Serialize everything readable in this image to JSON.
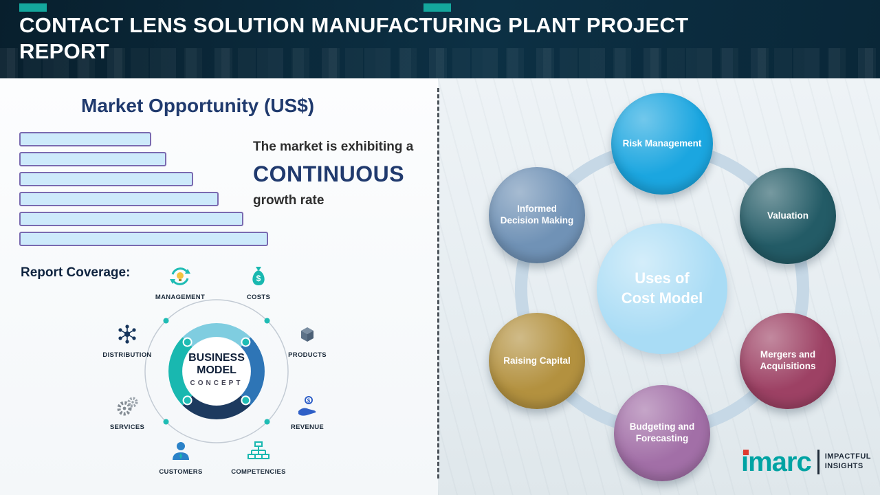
{
  "header": {
    "title": "CONTACT LENS SOLUTION MANUFACTURING PLANT PROJECT REPORT",
    "bg_color": "#0a2738",
    "accent_color": "#14a79d"
  },
  "market": {
    "title": "Market Opportunity (US$)",
    "growth_prefix": "The market is exhibiting a",
    "growth_highlight": "CONTINUOUS",
    "growth_suffix": "growth rate"
  },
  "chart_data": {
    "type": "bar",
    "orientation": "horizontal",
    "title": "Market Opportunity (US$)",
    "bars": 6,
    "values": [
      53,
      59,
      70,
      80,
      90,
      100
    ],
    "value_note": "relative bar lengths (no axis or value labels shown in image)",
    "bar_fill": "#cdeafb",
    "bar_border": "#7a6ab0",
    "grid": false,
    "legend": false
  },
  "report_coverage": {
    "label": "Report Coverage:",
    "center": {
      "line1": "BUSINESS",
      "line2": "MODEL",
      "line3": "CONCEPT"
    },
    "items": [
      {
        "label": "MANAGEMENT",
        "icon": "recycle-bulb-icon"
      },
      {
        "label": "COSTS",
        "icon": "money-bag-icon"
      },
      {
        "label": "DISTRIBUTION",
        "icon": "network-icon"
      },
      {
        "label": "PRODUCTS",
        "icon": "box-icon"
      },
      {
        "label": "SERVICES",
        "icon": "gears-icon"
      },
      {
        "label": "REVENUE",
        "icon": "hand-coin-icon"
      },
      {
        "label": "CUSTOMERS",
        "icon": "person-icon"
      },
      {
        "label": "COMPETENCIES",
        "icon": "org-chart-icon"
      }
    ]
  },
  "cost_model": {
    "center": {
      "line1": "Uses of",
      "line2": "Cost Model",
      "color": "#a9dcf5"
    },
    "nodes": [
      {
        "label": "Risk Management",
        "color": "#1ba6e0"
      },
      {
        "label": "Valuation",
        "color": "#235b66"
      },
      {
        "label": "Mergers and Acquisitions",
        "color": "#9d4164"
      },
      {
        "label": "Budgeting and Forecasting",
        "color": "#a26fa7"
      },
      {
        "label": "Raising Capital",
        "color": "#b3913f"
      },
      {
        "label": "Informed Decision Making",
        "color": "#7092b6"
      }
    ]
  },
  "logo": {
    "name": "imarc",
    "color": "#00a3a3",
    "accent_color": "#e03a2f",
    "tagline1": "IMPACTFUL",
    "tagline2": "INSIGHTS"
  }
}
